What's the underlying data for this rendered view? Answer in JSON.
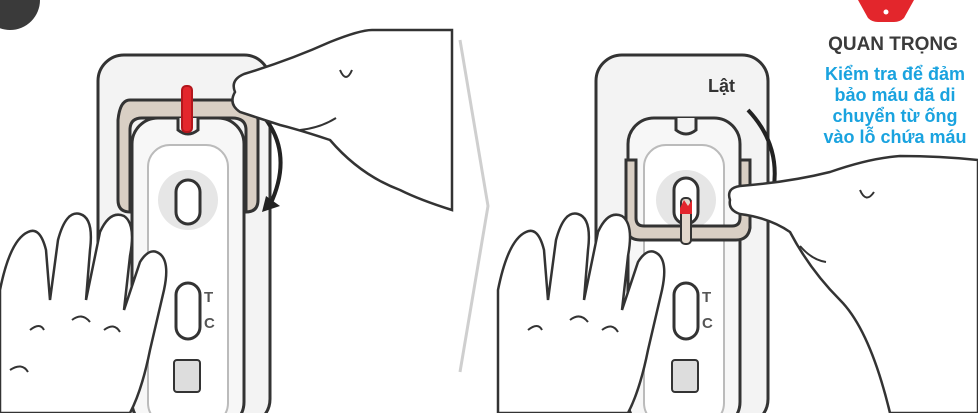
{
  "step": {
    "flip_label": "Lật",
    "window_labels": {
      "t": "T",
      "c": "C"
    }
  },
  "important": {
    "title": "QUAN TRỌNG",
    "body_lines": [
      "Kiểm tra để đảm",
      "bảo máu đã di",
      "chuyển từ ống",
      "vào lỗ chứa máu"
    ]
  },
  "colors": {
    "accent_blue": "#1aa3df",
    "warning_red": "#e3262c",
    "blood_red": "#e3262c",
    "outline": "#333333",
    "holder_fill": "#d9cfc4",
    "cassette_fill": "#f1f1f1"
  },
  "icons": {
    "warning": "warning-triangle-icon",
    "flip_arrow": "curved-arrow-icon",
    "step_badge": "step-number-badge"
  }
}
